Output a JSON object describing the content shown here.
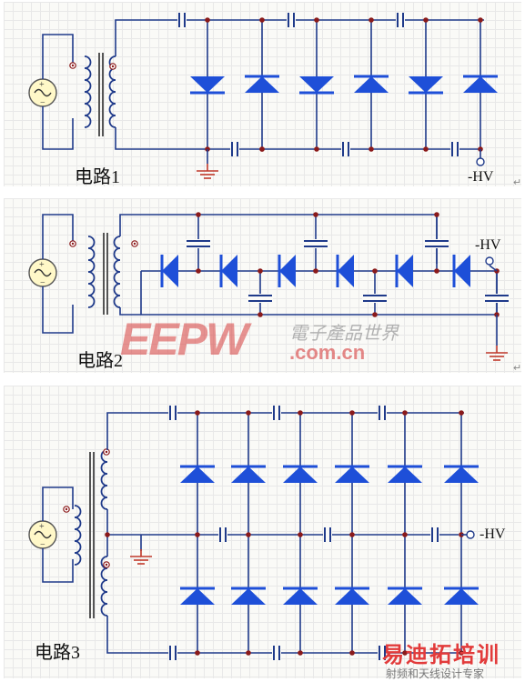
{
  "circuits": [
    {
      "label": "电路1",
      "output": "-HV"
    },
    {
      "label": "电路2",
      "output": "-HV"
    },
    {
      "label": "电路3",
      "output": "-HV"
    }
  ],
  "paragraph_mark": "↵",
  "watermarks": {
    "eepw_logo": "EEPW",
    "eepw_cn": "電子產品世界",
    "eepw_url": ".com.cn",
    "bottom_logo": "易迪拓培训",
    "bottom_sub": "射频和天线设计专家"
  },
  "colors": {
    "wire": "#1f3a8a",
    "diode": "#1e4fd8",
    "node": "#8b1a1a",
    "ground": "#c0392b"
  }
}
